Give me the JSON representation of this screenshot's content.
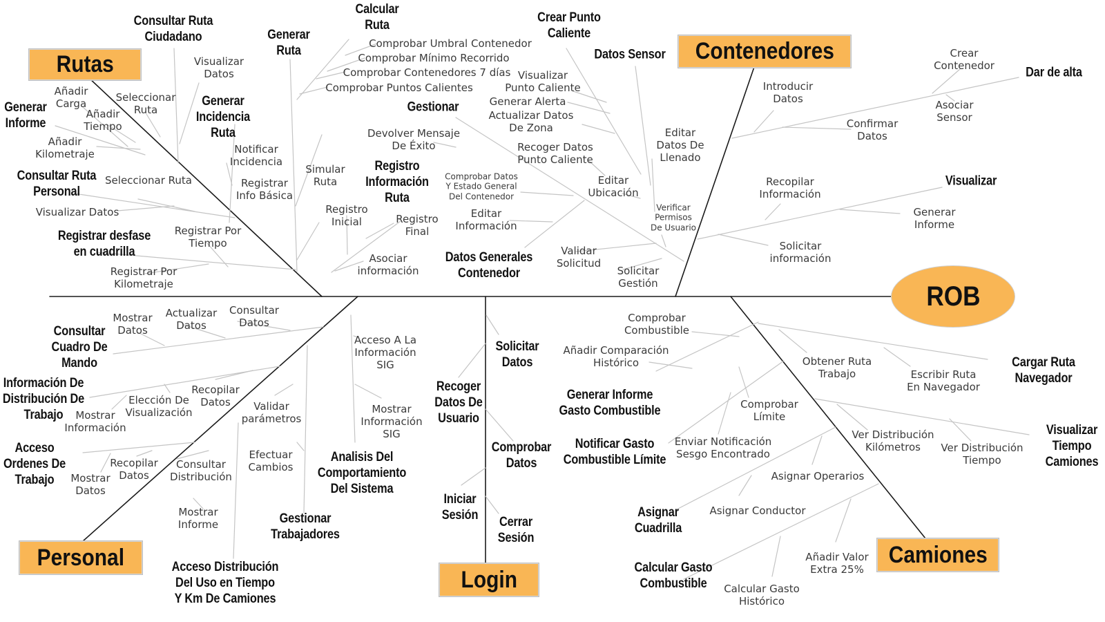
{
  "head": "ROB",
  "categories": {
    "rutas": "Rutas",
    "contenedores": "Contenedores",
    "personal": "Personal",
    "login": "Login",
    "camiones": "Camiones"
  },
  "rutas": {
    "consultar_ruta_ciudadano": "Consultar Ruta\nCiudadano",
    "visualizar_datos_1": "Visualizar\nDatos",
    "seleccionar_ruta_1": "Seleccionar\nRuta",
    "generar_informe": "Generar\nInforme",
    "anadir_carga": "Añadir\nCarga",
    "anadir_tiempo": "Añadir\nTiempo",
    "anadir_kilometraje": "Añadir\nKilometraje",
    "consultar_ruta_personal": "Consultar Ruta\nPersonal",
    "seleccionar_ruta_2": "Seleccionar Ruta",
    "visualizar_datos_2": "Visualizar Datos",
    "registrar_desfase": "Registrar desfase\nen cuadrilla",
    "registrar_por_tiempo": "Registrar Por\nTiempo",
    "registrar_por_kilometraje": "Registrar Por\nKilometraje",
    "generar_incidencia": "Generar\nIncidencia\nRuta",
    "notificar_incidencia": "Notificar\nIncidencia",
    "registrar_info_basica": "Registrar\nInfo Básica",
    "generar_ruta": "Generar\nRuta",
    "simular_ruta": "Simular\nRuta",
    "calcular_ruta": "Calcular\nRuta",
    "comprobar_umbral": "Comprobar Umbral Contenedor",
    "comprobar_minimo": "Comprobar Mínimo Recorrido",
    "comprobar_7dias": "Comprobar Contenedores 7 días",
    "comprobar_puntos": "Comprobar Puntos Calientes",
    "registro_informacion_ruta": "Registro\nInformación\nRuta",
    "registro_inicial": "Registro\nInicial",
    "registro_final": "Registro\nFinal",
    "asociar_informacion": "Asociar\ninformación"
  },
  "contenedores": {
    "crear_punto_caliente": "Crear Punto\nCaliente",
    "datos_sensor": "Datos Sensor",
    "visualizar_punto": "Visualizar\nPunto Caliente",
    "generar_alerta": "Generar Alerta",
    "actualizar_datos_zona": "Actualizar Datos\nDe Zona",
    "gestionar": "Gestionar",
    "devolver_mensaje": "Devolver Mensaje\nDe Éxito",
    "recoger_datos_punto": "Recoger Datos\nPunto Caliente",
    "comprobar_estado": "Comprobar Datos\nY Estado General\nDel Contenedor",
    "editar_ubicacion": "Editar\nUbicación",
    "editar_datos_llenado": "Editar\nDatos De\nLlenado",
    "verificar_permisos": "Verificar\nPermisos\nDe Usuario",
    "editar_informacion": "Editar\nInformación",
    "datos_generales": "Datos Generales\nContenedor",
    "validar_solicitud": "Validar\nSolicitud",
    "solicitar_gestion": "Solicitar\nGestión",
    "dar_de_alta": "Dar de alta",
    "crear_contenedor": "Crear\nContenedor",
    "introducir_datos": "Introducir\nDatos",
    "asociar_sensor": "Asociar\nSensor",
    "confirmar_datos": "Confirmar\nDatos",
    "visualizar": "Visualizar",
    "recopilar_informacion": "Recopilar\nInformación",
    "generar_informe_c": "Generar\nInforme",
    "solicitar_informacion": "Solicitar\ninformación"
  },
  "personal": {
    "consultar_cuadro": "Consultar\nCuadro De\nMando",
    "mostrar_datos_1": "Mostrar\nDatos",
    "actualizar_datos": "Actualizar\nDatos",
    "consultar_datos": "Consultar\nDatos",
    "informacion_distribucion": "Información De\nDistribución De\nTrabajo",
    "eleccion_visualizacion": "Elección De\nVisualización",
    "mostrar_informacion": "Mostrar\nInformación",
    "recopilar_datos_1": "Recopilar\nDatos",
    "acceso_ordenes": "Acceso\nOrdenes De\nTrabajo",
    "recopilar_datos_2": "Recopilar\nDatos",
    "mostrar_datos_2": "Mostrar\nDatos",
    "consultar_distribucion": "Consultar\nDistribución",
    "mostrar_informe": "Mostrar\nInforme",
    "acceso_distribucion": "Acceso Distribución\nDel Uso en Tiempo\nY Km De Camiones",
    "validar_parametros": "Validar\nparámetros",
    "efectuar_cambios": "Efectuar\nCambios",
    "gestionar_trabajadores": "Gestionar\nTrabajadores",
    "acceso_sig": "Acceso A La\nInformación\nSIG",
    "mostrar_sig": "Mostrar\nInformación\nSIG",
    "analisis_comportamiento": "Analisis Del\nComportamiento\nDel Sistema"
  },
  "login": {
    "solicitar_datos": "Solicitar\nDatos",
    "recoger_datos_usuario": "Recoger\nDatos De\nUsuario",
    "comprobar_datos": "Comprobar\nDatos",
    "iniciar_sesion": "Iniciar\nSesión",
    "cerrar_sesion": "Cerrar\nSesión"
  },
  "camiones": {
    "comprobar_combustible": "Comprobar\nCombustible",
    "anadir_comparacion": "Añadir Comparación\nHistórico",
    "generar_informe_gasto": "Generar Informe\nGasto Combustible",
    "obtener_ruta": "Obtener Ruta\nTrabajo",
    "escribir_ruta": "Escribir Ruta\nEn Navegador",
    "cargar_ruta": "Cargar Ruta\nNavegador",
    "comprobar_limite": "Comprobar\nLímite",
    "enviar_notificacion": "Enviar Notificación\nSesgo Encontrado",
    "notificar_gasto": "Notificar Gasto\nCombustible Límite",
    "ver_dist_km": "Ver Distribución\nKilómetros",
    "ver_dist_tiempo": "Ver Distribución\nTiempo",
    "visualizar_tiempo": "Visualizar\nTiempo\nCamiones",
    "asignar_operarios": "Asignar Operarios",
    "asignar_conductor": "Asignar Conductor",
    "asignar_cuadrilla": "Asignar\nCuadrilla",
    "anadir_valor": "Añadir Valor\nExtra 25%",
    "calcular_historico": "Calcular Gasto\nHistórico",
    "calcular_gasto": "Calcular Gasto\nCombustible"
  }
}
